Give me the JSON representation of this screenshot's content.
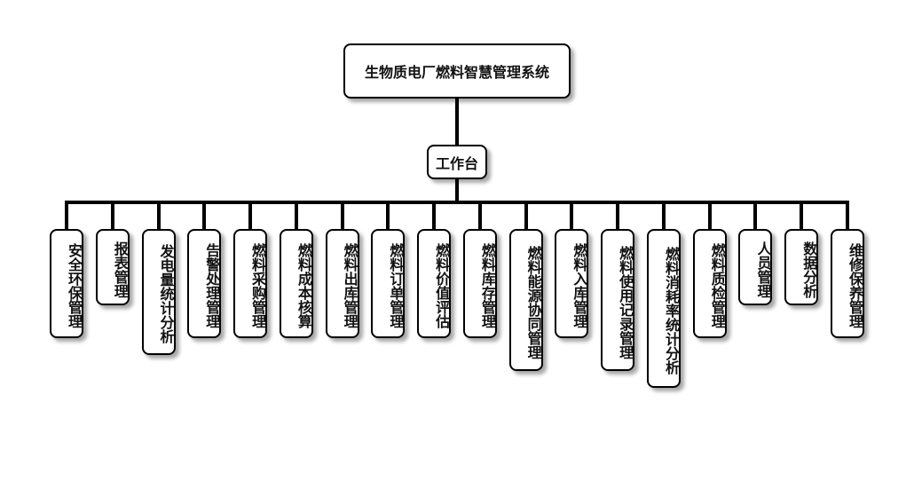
{
  "root": {
    "label": "生物质电厂燃料智慧管理系统"
  },
  "hub": {
    "label": "工作台"
  },
  "modules": [
    "安全环保管理",
    "报表管理",
    "发电量统计分析",
    "告警处理管理",
    "燃料采购管理",
    "燃料成本核算",
    "燃料出库管理",
    "燃料订单管理",
    "燃料价值评估",
    "燃料库存管理",
    "燃料能源协同管理",
    "燃料入库管理",
    "燃料使用记录管理",
    "燃料消耗率统计分析",
    "燃料质检管理",
    "人员管理",
    "数据分析",
    "维修保养管理"
  ]
}
